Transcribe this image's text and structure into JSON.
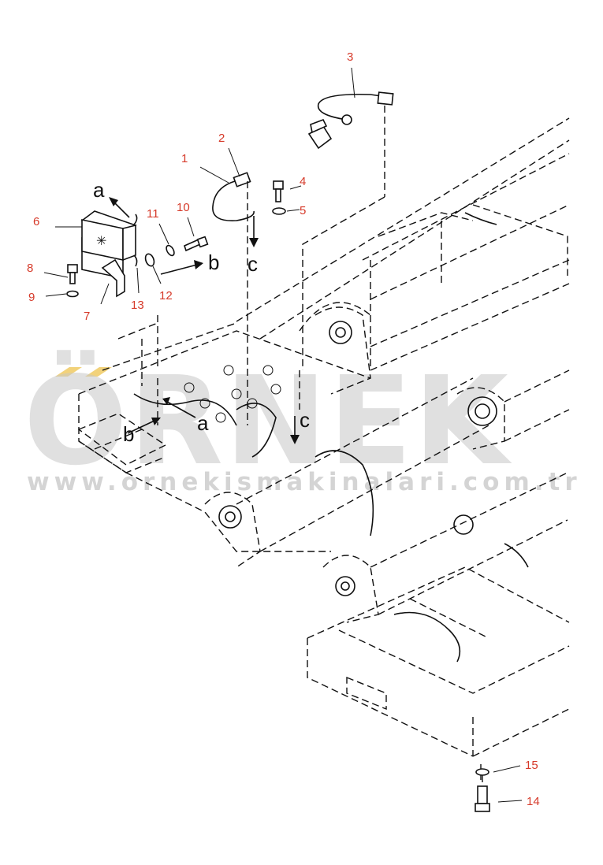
{
  "watermark": {
    "brand": "ÖRNEK",
    "url": "www.ornekismakinalari.com.tr"
  },
  "callouts": [
    {
      "id": "1",
      "label": "1"
    },
    {
      "id": "2",
      "label": "2"
    },
    {
      "id": "3",
      "label": "3"
    },
    {
      "id": "4",
      "label": "4"
    },
    {
      "id": "5",
      "label": "5"
    },
    {
      "id": "6",
      "label": "6"
    },
    {
      "id": "7",
      "label": "7"
    },
    {
      "id": "8",
      "label": "8"
    },
    {
      "id": "9",
      "label": "9"
    },
    {
      "id": "10",
      "label": "10"
    },
    {
      "id": "11",
      "label": "11"
    },
    {
      "id": "12",
      "label": "12"
    },
    {
      "id": "13",
      "label": "13"
    },
    {
      "id": "14",
      "label": "14"
    },
    {
      "id": "15",
      "label": "15"
    }
  ],
  "view_letters": {
    "a_top": "a",
    "b_top": "b",
    "c_top": "c",
    "a_bottom": "a",
    "b_bottom": "b",
    "c_bottom": "c"
  },
  "colors": {
    "callout_text": "#d63a2a",
    "line_art": "#111111",
    "watermark": "#c8c8c8",
    "watermark_accent": "#f2d27a"
  }
}
